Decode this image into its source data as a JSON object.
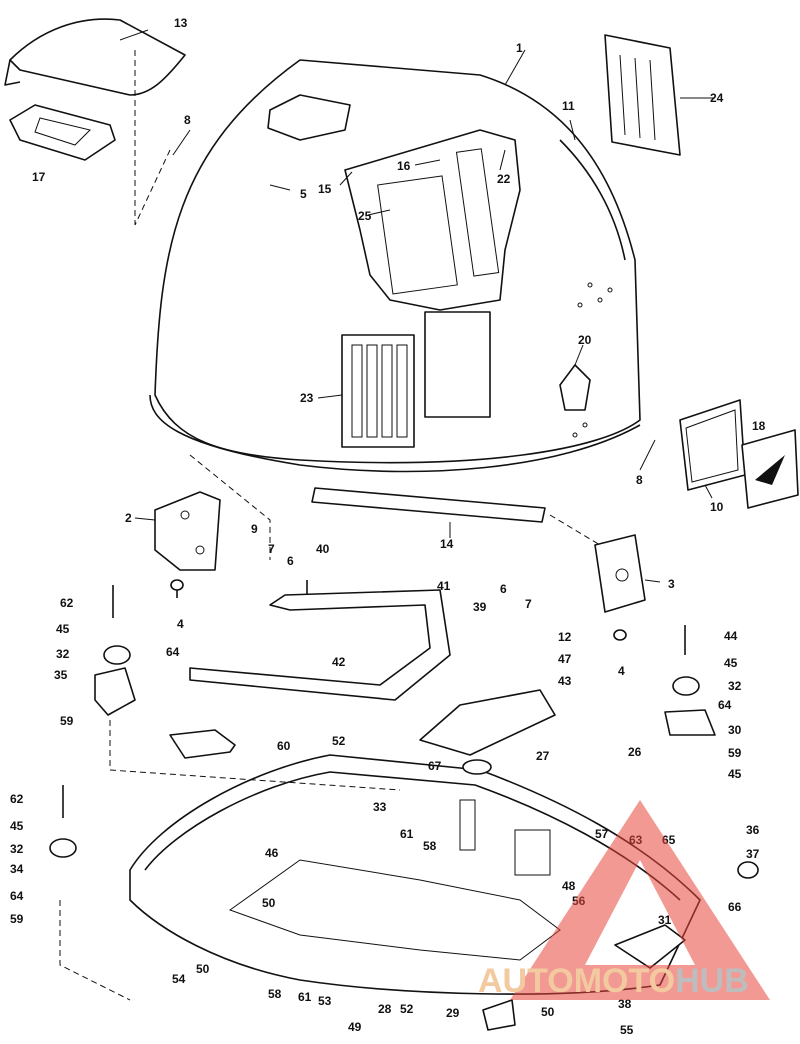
{
  "callouts": [
    {
      "id": "c1",
      "text": "1"
    },
    {
      "id": "c2",
      "text": "2"
    },
    {
      "id": "c3",
      "text": "3"
    },
    {
      "id": "c4a",
      "text": "4"
    },
    {
      "id": "c4b",
      "text": "4"
    },
    {
      "id": "c5",
      "text": "5"
    },
    {
      "id": "c6a",
      "text": "6"
    },
    {
      "id": "c6b",
      "text": "6"
    },
    {
      "id": "c7a",
      "text": "7"
    },
    {
      "id": "c7b",
      "text": "7"
    },
    {
      "id": "c8a",
      "text": "8"
    },
    {
      "id": "c8b",
      "text": "8"
    },
    {
      "id": "c9",
      "text": "9"
    },
    {
      "id": "c10",
      "text": "10"
    },
    {
      "id": "c11",
      "text": "11"
    },
    {
      "id": "c12",
      "text": "12"
    },
    {
      "id": "c13",
      "text": "13"
    },
    {
      "id": "c14",
      "text": "14"
    },
    {
      "id": "c15",
      "text": "15"
    },
    {
      "id": "c16",
      "text": "16"
    },
    {
      "id": "c17",
      "text": "17"
    },
    {
      "id": "c18",
      "text": "18"
    },
    {
      "id": "c20",
      "text": "20"
    },
    {
      "id": "c22",
      "text": "22"
    },
    {
      "id": "c23",
      "text": "23"
    },
    {
      "id": "c24",
      "text": "24"
    },
    {
      "id": "c25",
      "text": "25"
    },
    {
      "id": "c26",
      "text": "26"
    },
    {
      "id": "c27",
      "text": "27"
    },
    {
      "id": "c28",
      "text": "28"
    },
    {
      "id": "c29",
      "text": "29"
    },
    {
      "id": "c30",
      "text": "30"
    },
    {
      "id": "c31",
      "text": "31"
    },
    {
      "id": "c32a",
      "text": "32"
    },
    {
      "id": "c32b",
      "text": "32"
    },
    {
      "id": "c32c",
      "text": "32"
    },
    {
      "id": "c33",
      "text": "33"
    },
    {
      "id": "c34",
      "text": "34"
    },
    {
      "id": "c35",
      "text": "35"
    },
    {
      "id": "c36",
      "text": "36"
    },
    {
      "id": "c37",
      "text": "37"
    },
    {
      "id": "c38",
      "text": "38"
    },
    {
      "id": "c39",
      "text": "39"
    },
    {
      "id": "c40",
      "text": "40"
    },
    {
      "id": "c41",
      "text": "41"
    },
    {
      "id": "c42",
      "text": "42"
    },
    {
      "id": "c43",
      "text": "43"
    },
    {
      "id": "c44",
      "text": "44"
    },
    {
      "id": "c45a",
      "text": "45"
    },
    {
      "id": "c45b",
      "text": "45"
    },
    {
      "id": "c45c",
      "text": "45"
    },
    {
      "id": "c45d",
      "text": "45"
    },
    {
      "id": "c46",
      "text": "46"
    },
    {
      "id": "c47",
      "text": "47"
    },
    {
      "id": "c48",
      "text": "48"
    },
    {
      "id": "c49",
      "text": "49"
    },
    {
      "id": "c50a",
      "text": "50"
    },
    {
      "id": "c50b",
      "text": "50"
    },
    {
      "id": "c50c",
      "text": "50"
    },
    {
      "id": "c52a",
      "text": "52"
    },
    {
      "id": "c52b",
      "text": "52"
    },
    {
      "id": "c53",
      "text": "53"
    },
    {
      "id": "c54",
      "text": "54"
    },
    {
      "id": "c55",
      "text": "55"
    },
    {
      "id": "c56",
      "text": "56"
    },
    {
      "id": "c57",
      "text": "57"
    },
    {
      "id": "c58a",
      "text": "58"
    },
    {
      "id": "c58b",
      "text": "58"
    },
    {
      "id": "c59a",
      "text": "59"
    },
    {
      "id": "c59b",
      "text": "59"
    },
    {
      "id": "c59c",
      "text": "59"
    },
    {
      "id": "c60",
      "text": "60"
    },
    {
      "id": "c61a",
      "text": "61"
    },
    {
      "id": "c61b",
      "text": "61"
    },
    {
      "id": "c62a",
      "text": "62"
    },
    {
      "id": "c62b",
      "text": "62"
    },
    {
      "id": "c63",
      "text": "63"
    },
    {
      "id": "c64a",
      "text": "64"
    },
    {
      "id": "c64b",
      "text": "64"
    },
    {
      "id": "c64c",
      "text": "64"
    },
    {
      "id": "c65",
      "text": "65"
    },
    {
      "id": "c66",
      "text": "66"
    },
    {
      "id": "c67",
      "text": "67"
    }
  ],
  "watermark": {
    "part1": "AUTO",
    "part2": "MOTO",
    "part3": "HUB",
    "colors": {
      "auto": "#f3c9a0",
      "moto": "#f3c9a0",
      "hub": "#c9c9c9",
      "triangle": "#e8453c"
    }
  }
}
